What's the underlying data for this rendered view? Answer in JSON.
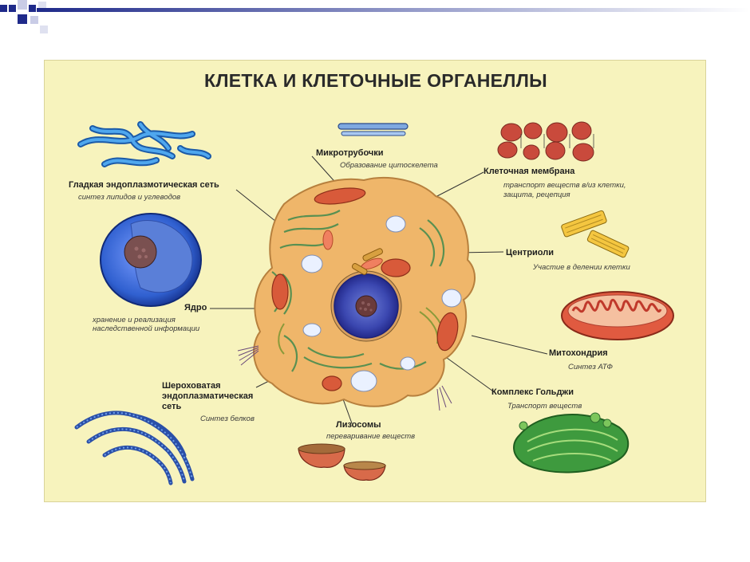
{
  "slide": {
    "accent": "#1f2a8a"
  },
  "poster": {
    "title": "КЛЕТКА И КЛЕТОЧНЫЕ ОРГАНЕЛЛЫ",
    "labels": {
      "microtubules": {
        "name": "Микротрубочки",
        "desc": "Образование цитоскелета"
      },
      "smooth_er": {
        "name": "Гладкая эндоплазмотическая сеть",
        "desc": "синтез липидов и углеводов"
      },
      "membrane": {
        "name": "Клеточная мембрана",
        "desc": [
          "транспорт веществ в/из клетки,",
          "защита, рецепция"
        ]
      },
      "centrioles": {
        "name": "Центриоли",
        "desc": "Участие в делении клетки"
      },
      "nucleus": {
        "name": "Ядро",
        "desc": [
          "хранение и реализация",
          "наследственной информации"
        ]
      },
      "mitochondria": {
        "name": "Митохондрия",
        "desc": "Синтез АТФ"
      },
      "rough_er": {
        "name": [
          "Шероховатая",
          "эндоплазматическая",
          "сеть"
        ],
        "desc": "Синтез белков"
      },
      "golgi": {
        "name": "Комплекс Гольджи",
        "desc": "Транспорт веществ"
      },
      "lysosomes": {
        "name": "Лизосомы",
        "desc": "переваривание веществ"
      }
    }
  }
}
